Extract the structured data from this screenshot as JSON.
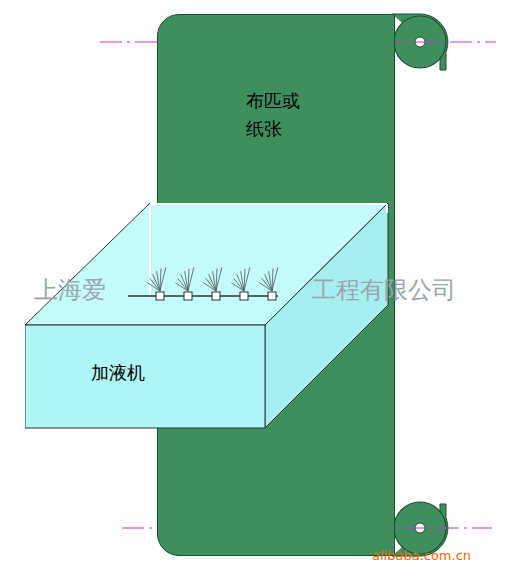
{
  "diagram": {
    "nodes": [
      {
        "text": [
          "布匹或 纸张"
        ]
      },
      {
        "text": [
          "加液机"
        ]
      }
    ],
    "labels": [
      "上海爱",
      "工程有限公司",
      "alibaba.com.cn"
    ]
  }
}
